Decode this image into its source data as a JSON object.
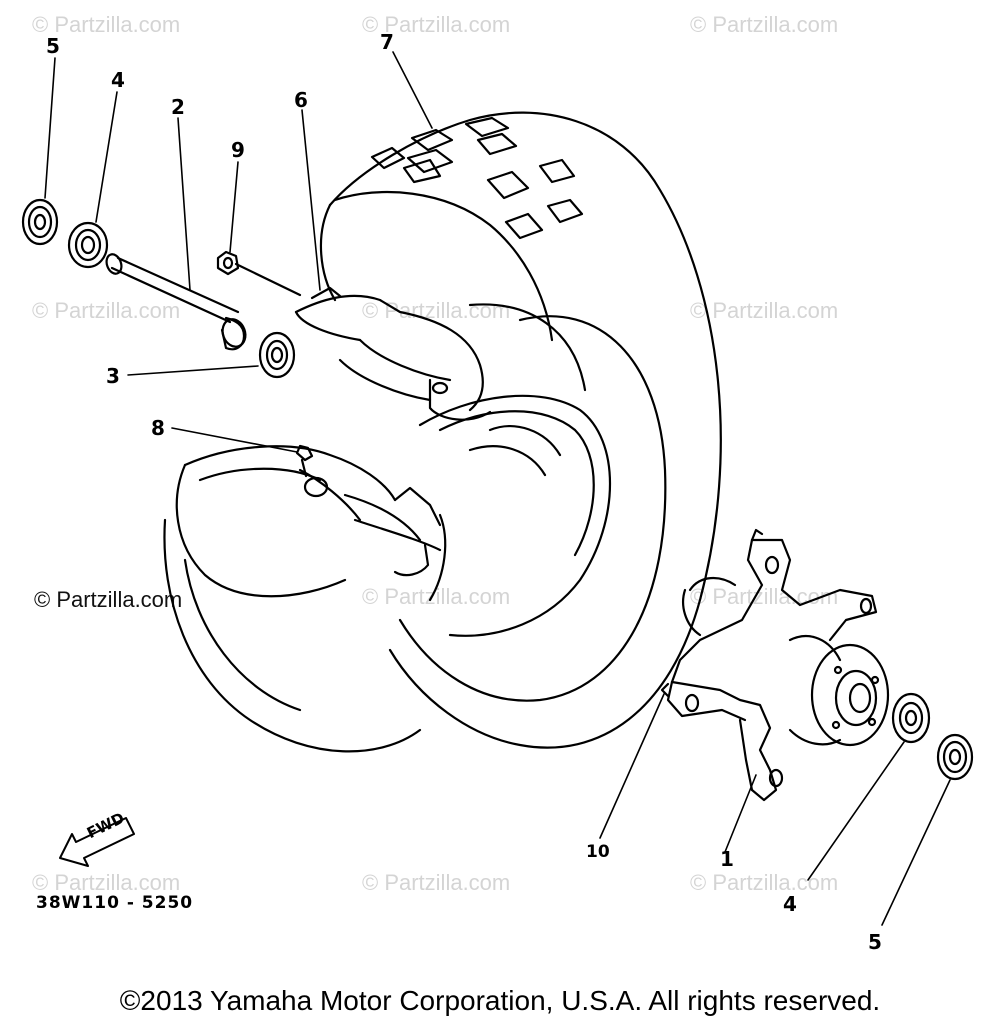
{
  "watermarks": {
    "text": "© Partzilla.com",
    "prominent": "© Partzilla.com"
  },
  "callouts": {
    "c1": "1",
    "c2": "2",
    "c3": "3",
    "c4_top": "4",
    "c4_bottom": "4",
    "c5_top": "5",
    "c5_bottom": "5",
    "c6": "6",
    "c7": "7",
    "c8": "8",
    "c9": "9",
    "c10": "10"
  },
  "direction_label": "FWD",
  "diagram_code": "38W110 - 5250",
  "copyright": "©2013 Yamaha Motor Corporation, U.S.A. All rights reserved.",
  "colors": {
    "line": "#000000",
    "background": "#ffffff",
    "watermark": "#d4d4d4"
  }
}
